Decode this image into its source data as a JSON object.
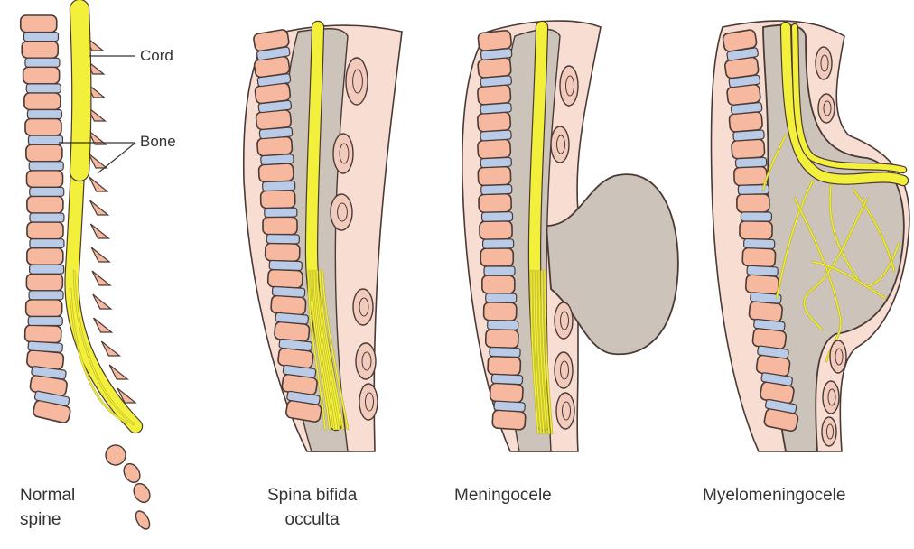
{
  "colors": {
    "vertebra_fill": "#f6b9a0",
    "disc_fill": "#b9cbe6",
    "skin_fill": "#f7ddd2",
    "sac_fill": "#ccc4ba",
    "cord_fill": "#f2f03a",
    "outline": "#4a3a36"
  },
  "callouts": {
    "cord": "Cord",
    "bone": "Bone"
  },
  "panels": [
    {
      "caption_line1": "Normal",
      "caption_line2": "spine"
    },
    {
      "caption_line1": "Spina bifida",
      "caption_line2": "occulta"
    },
    {
      "caption_line1": "Meningocele",
      "caption_line2": ""
    },
    {
      "caption_line1": "Myelomeningocele",
      "caption_line2": ""
    }
  ]
}
